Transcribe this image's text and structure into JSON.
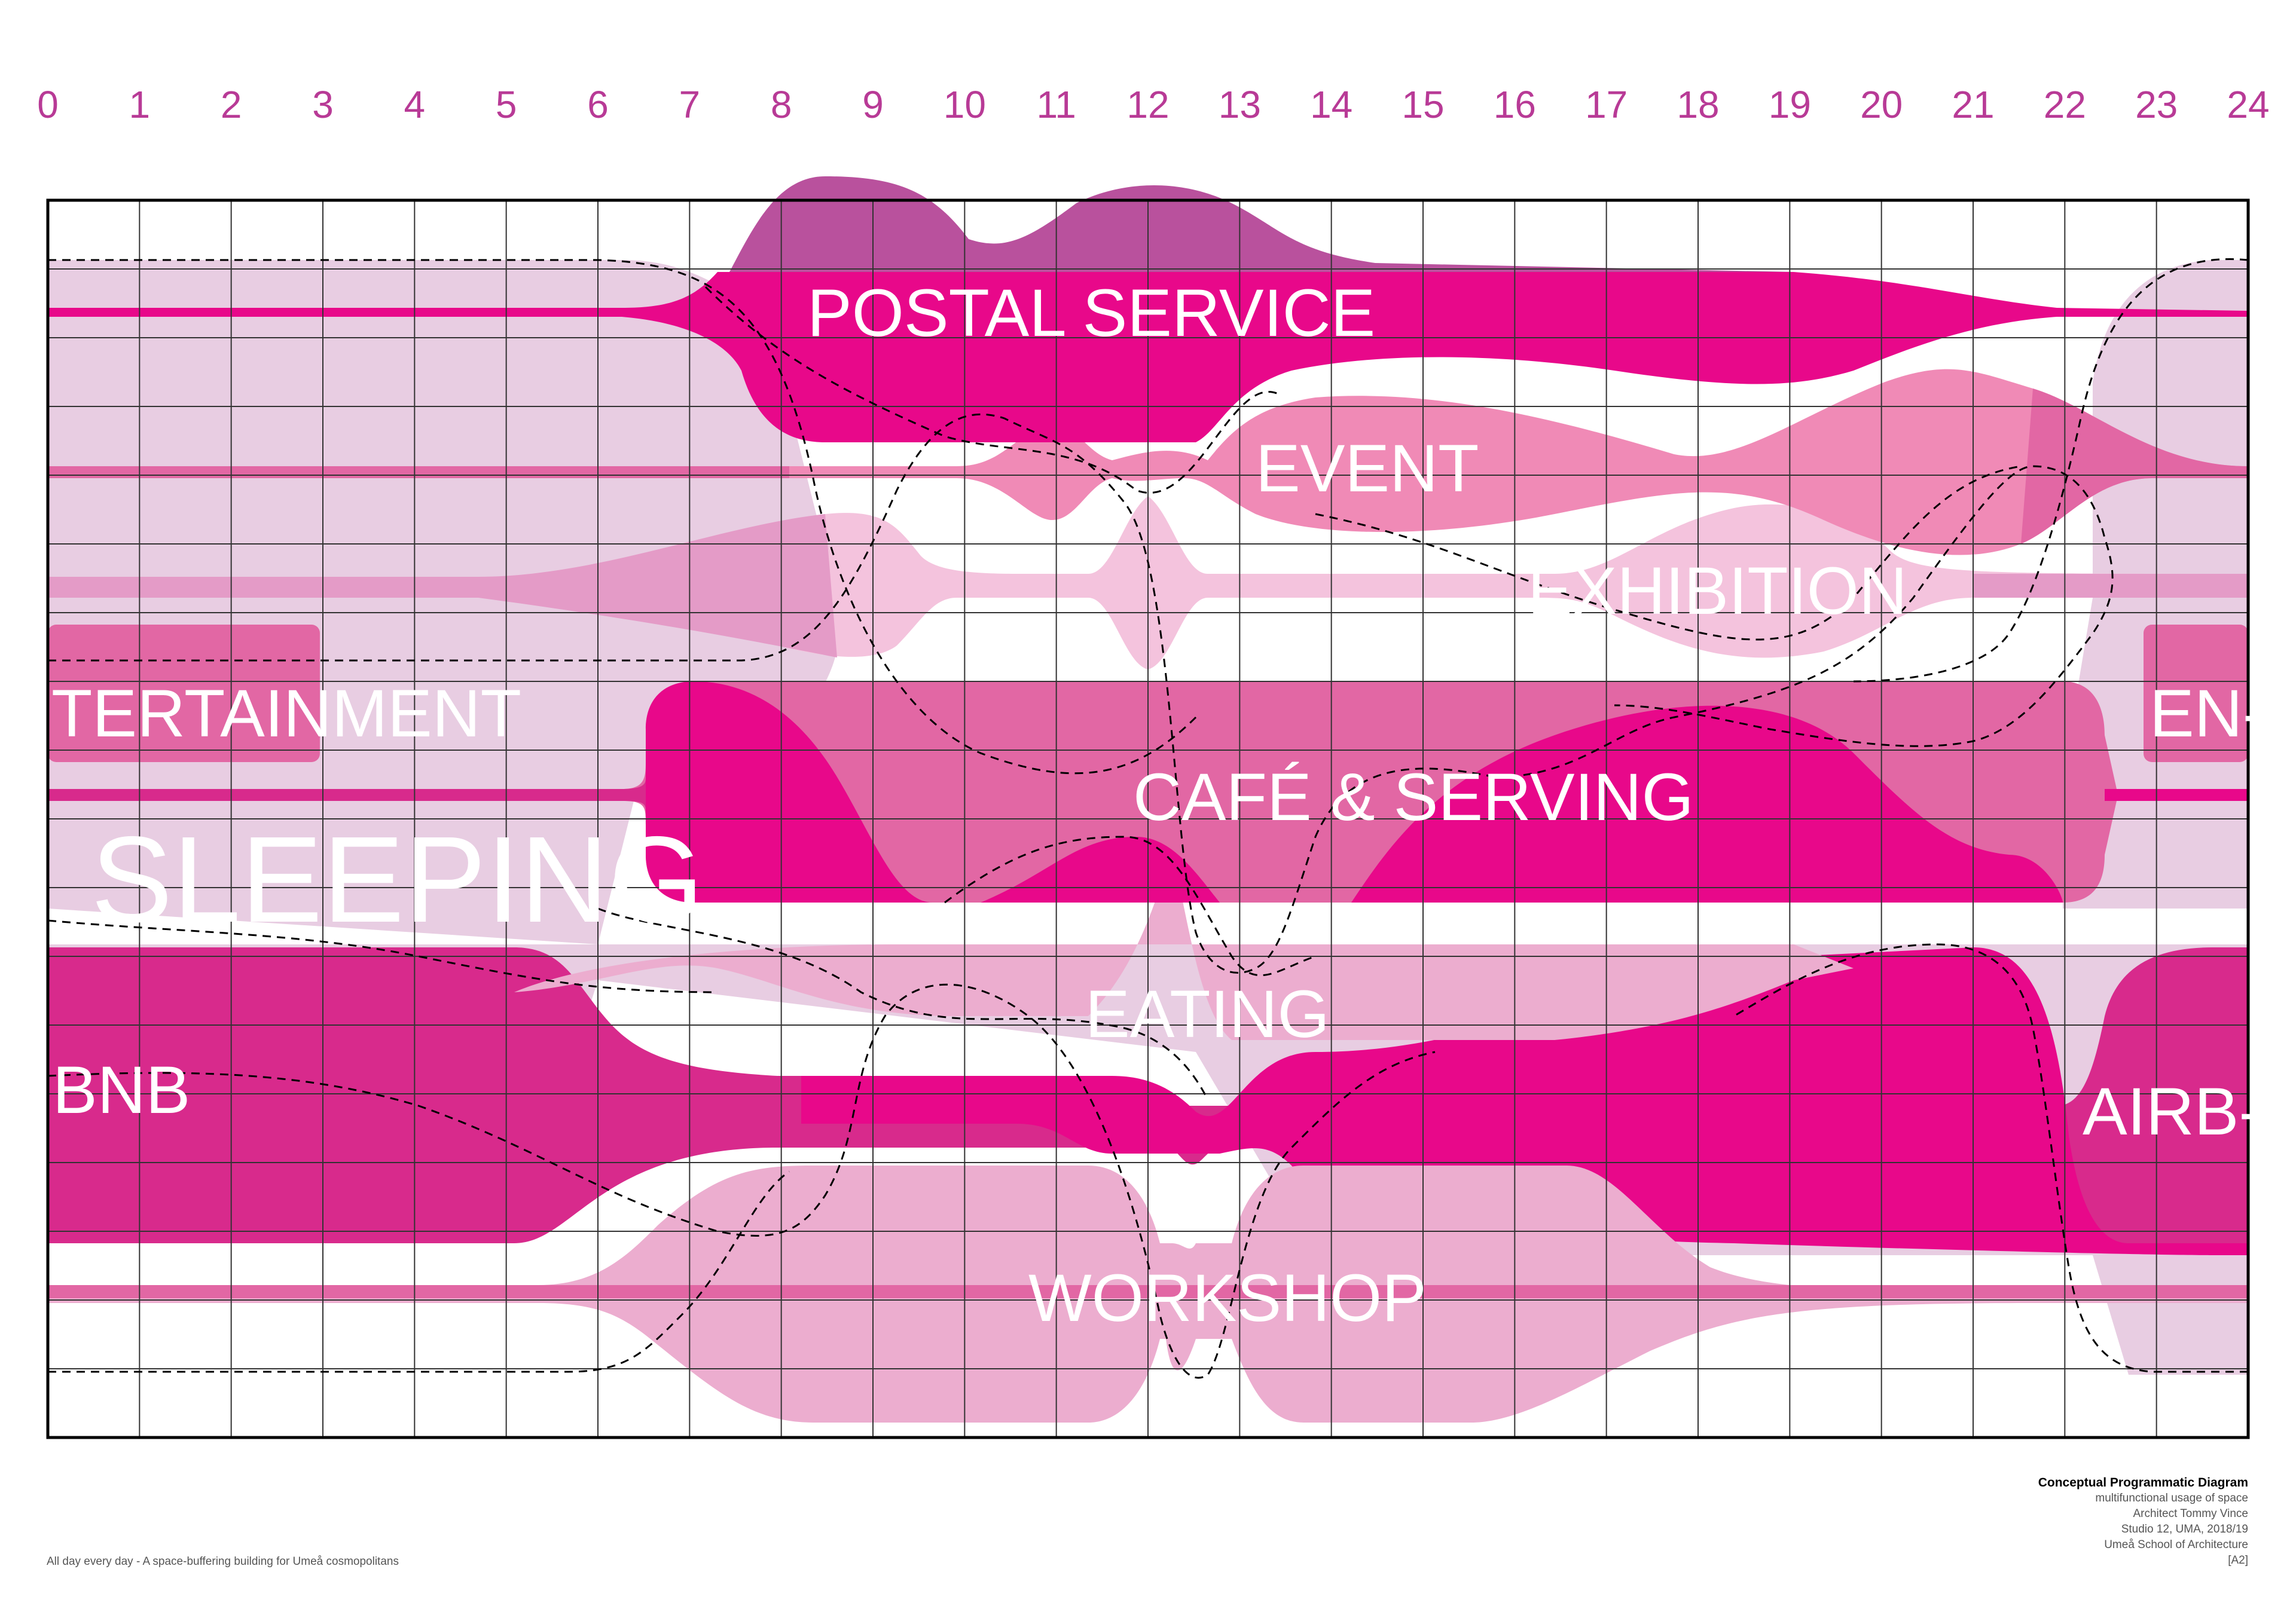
{
  "hours": [
    "0",
    "1",
    "2",
    "3",
    "4",
    "5",
    "6",
    "7",
    "8",
    "9",
    "10",
    "11",
    "12",
    "13",
    "14",
    "15",
    "16",
    "17",
    "18",
    "19",
    "20",
    "21",
    "22",
    "23",
    "24"
  ],
  "colors": {
    "hour_label": "#b83a96",
    "magenta": "#e8088a",
    "purple": "#b9519d",
    "deep_pink": "#d82a8c",
    "mid_pink": "#ee7bb2",
    "light_pink": "#ecadcf",
    "pale_pink": "#e8cde2",
    "rose": "#e267a4",
    "grid": "#333333"
  },
  "bands": {
    "postal": "POSTAL SERVICE",
    "event": "EVENT",
    "exhibition": "EXHIBITION",
    "entertainment_left": "TERTAINMENT",
    "entertainment_right": "EN-",
    "cafe": "CAFÉ & SERVING",
    "sleeping": "SLEEPING",
    "eating": "EATING",
    "bnb_left": "BNB",
    "bnb_right": "AIRB-",
    "workshop": "WORKSHOP"
  },
  "credits": {
    "title": "Conceptual Programmatic Diagram",
    "line1": "multifunctional usage of space",
    "line2": "Architect Tommy Vince",
    "line3": "Studio 12, UMA, 2018/19",
    "line4": "Umeå School of Architecture",
    "line5": "[A2]"
  },
  "tagline": "All day every day - A space-buffering building for Umeå cosmopolitans"
}
